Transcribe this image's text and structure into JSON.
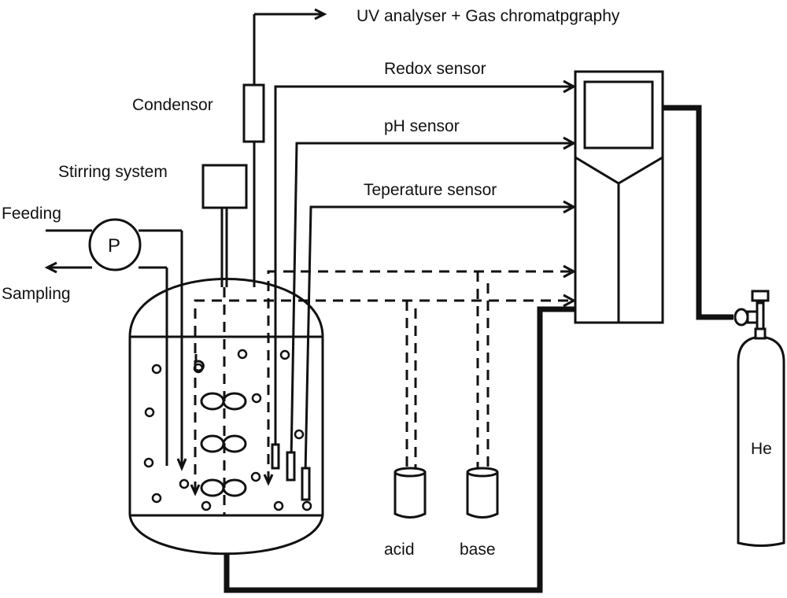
{
  "diagram": {
    "title": "Bioreactor experimental setup",
    "labels": {
      "uv_gc": "UV analyser + Gas chromatpgraphy",
      "condensor": "Condensor",
      "stirring": "Stirring system",
      "feeding": "Feeding",
      "sampling": "Sampling",
      "pump": "P",
      "redox": "Redox sensor",
      "ph": "pH sensor",
      "temperature": "Teperature sensor",
      "acid": "acid",
      "base": "base",
      "gas": "He"
    },
    "components": [
      {
        "id": "reactor",
        "type": "vessel"
      },
      {
        "id": "pump",
        "type": "pump",
        "label": "P"
      },
      {
        "id": "condensor",
        "type": "condenser"
      },
      {
        "id": "stirring",
        "type": "motor"
      },
      {
        "id": "controller",
        "type": "control-unit"
      },
      {
        "id": "acid",
        "type": "reservoir"
      },
      {
        "id": "base",
        "type": "reservoir"
      },
      {
        "id": "he-cylinder",
        "type": "gas-cylinder",
        "label": "He"
      }
    ],
    "connections": [
      {
        "from": "condensor",
        "to": "UV analyser + Gas chromatpgraphy",
        "style": "solid"
      },
      {
        "from": "redox probe",
        "to": "controller",
        "style": "solid"
      },
      {
        "from": "pH probe",
        "to": "controller",
        "style": "solid"
      },
      {
        "from": "temperature probe",
        "to": "controller",
        "style": "solid"
      },
      {
        "from": "base",
        "to": "controller",
        "style": "dashed"
      },
      {
        "from": "acid",
        "to": "controller",
        "style": "dashed"
      },
      {
        "from": "controller",
        "to": "reactor bottom",
        "style": "thick"
      },
      {
        "from": "controller",
        "to": "he-cylinder",
        "style": "thick"
      },
      {
        "from": "pump",
        "to": "reactor (feeding)",
        "style": "solid"
      },
      {
        "from": "reactor (sampling)",
        "to": "pump",
        "style": "solid"
      }
    ]
  }
}
